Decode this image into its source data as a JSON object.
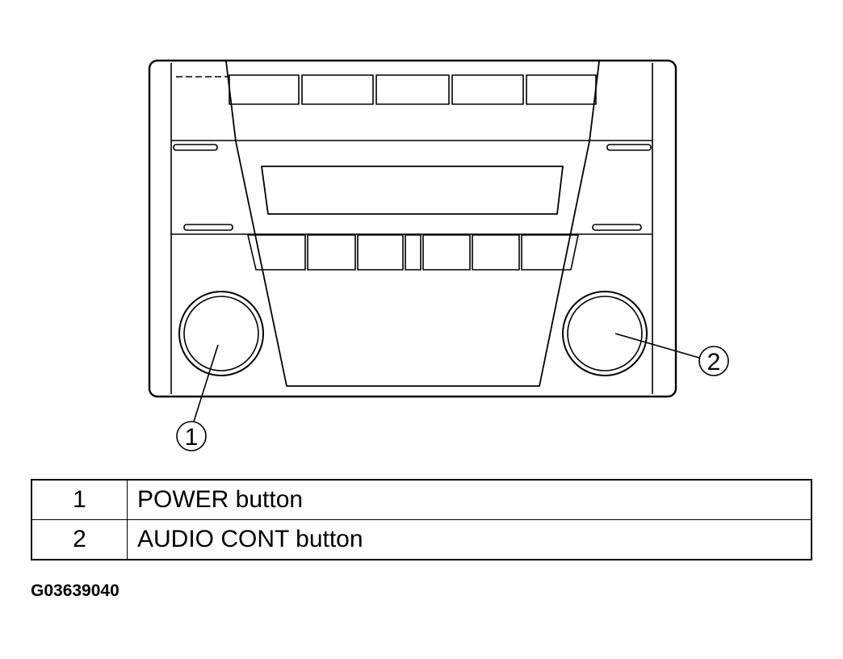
{
  "callouts": [
    {
      "number": "1",
      "label": "POWER button"
    },
    {
      "number": "2",
      "label": "AUDIO CONT button"
    }
  ],
  "figure_id": "G03639040",
  "colors": {
    "line": "#000000",
    "background": "#ffffff"
  },
  "icons": {
    "power_knob": "knob-icon",
    "audio_knob": "knob-icon"
  }
}
